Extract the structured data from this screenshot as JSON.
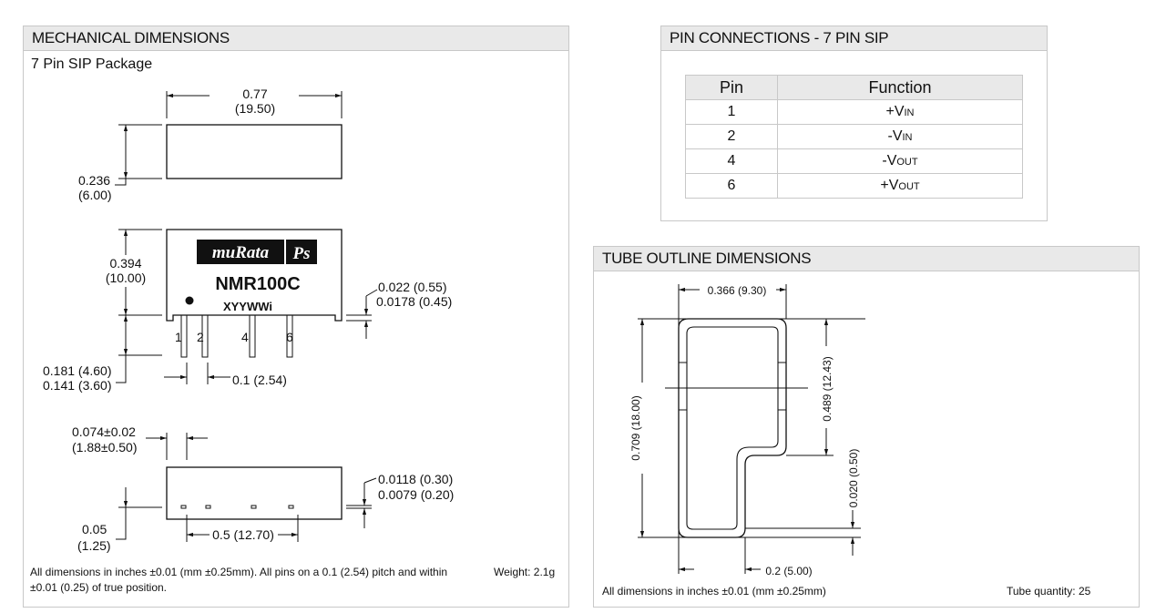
{
  "mechanical": {
    "title": "MECHANICAL DIMENSIONS",
    "subtitle": "7 Pin SIP Package",
    "top_view": {
      "width_in": "0.77",
      "width_mm": "(19.50)",
      "height_in": "0.236",
      "height_mm": "(6.00)"
    },
    "front_view": {
      "logo_text": "muRata",
      "logo_ps": "Ps",
      "part_number": "NMR100C",
      "date_code": "XYYWWi",
      "pin_labels": [
        "1",
        "2",
        "4",
        "6"
      ],
      "height_in": "0.394",
      "height_mm": "(10.00)",
      "pin_len_max": "0.181 (4.60)",
      "pin_len_min": "0.141 (3.60)",
      "pitch": "0.1 (2.54)",
      "standoff_max": "0.022 (0.55)",
      "standoff_min": "0.0178 (0.45)"
    },
    "side_view": {
      "pin_offset": "0.074±0.02",
      "pin_offset_mm": "(1.88±0.50)",
      "pin_thick_max": "0.0118 (0.30)",
      "pin_thick_min": "0.0079 (0.20)",
      "pin_pos_in": "0.05",
      "pin_pos_mm": "(1.25)",
      "span": "0.5 (12.70)"
    },
    "note_line1": "All dimensions in inches ±0.01 (mm ±0.25mm). All pins on a 0.1 (2.54) pitch and within",
    "note_line2": "±0.01 (0.25) of true position.",
    "weight": "Weight: 2.1g"
  },
  "pins": {
    "title": "PIN CONNECTIONS - 7 PIN SIP",
    "headers": [
      "Pin",
      "Function"
    ],
    "rows": [
      {
        "pin": "1",
        "fn": "+V",
        "sub": "IN"
      },
      {
        "pin": "2",
        "fn": "-V",
        "sub": "IN"
      },
      {
        "pin": "4",
        "fn": "-V",
        "sub": "OUT"
      },
      {
        "pin": "6",
        "fn": "+V",
        "sub": "OUT"
      }
    ]
  },
  "tube": {
    "title": "TUBE OUTLINE DIMENSIONS",
    "width": "0.366 (9.30)",
    "height": "0.709 (18.00)",
    "upper": "0.489 (12.43)",
    "wall": "0.020 (0.50)",
    "lower_width": "0.2 (5.00)",
    "note": "All dimensions in inches ±0.01 (mm ±0.25mm)",
    "quantity": "Tube quantity: 25"
  }
}
